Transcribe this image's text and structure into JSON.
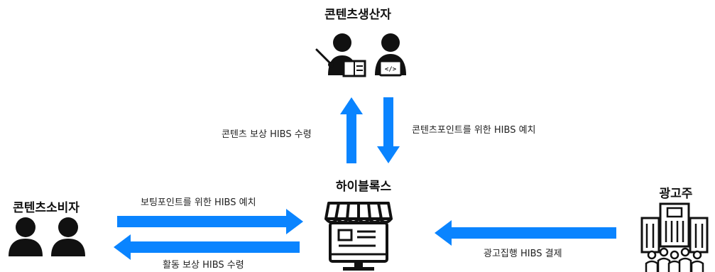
{
  "nodes": {
    "producer": {
      "label": "콘텐츠생산자"
    },
    "platform": {
      "label": "하이블록스"
    },
    "consumer": {
      "label": "콘텐츠소비자"
    },
    "advertiser": {
      "label": "광고주"
    }
  },
  "edges": {
    "platform_to_producer": {
      "label": "콘텐츠 보상 HIBS 수령"
    },
    "producer_to_platform": {
      "label": "콘텐츠포인트를 위한 HIBS 예치"
    },
    "consumer_to_platform": {
      "label": "보팅포인트를 위한 HIBS 예치"
    },
    "platform_to_consumer": {
      "label": "활동 보상 HIBS 수령"
    },
    "advertiser_to_platform": {
      "label": "광고집행 HIBS 결제"
    }
  },
  "colors": {
    "arrow": "#0a84ff",
    "icon": "#111111"
  }
}
